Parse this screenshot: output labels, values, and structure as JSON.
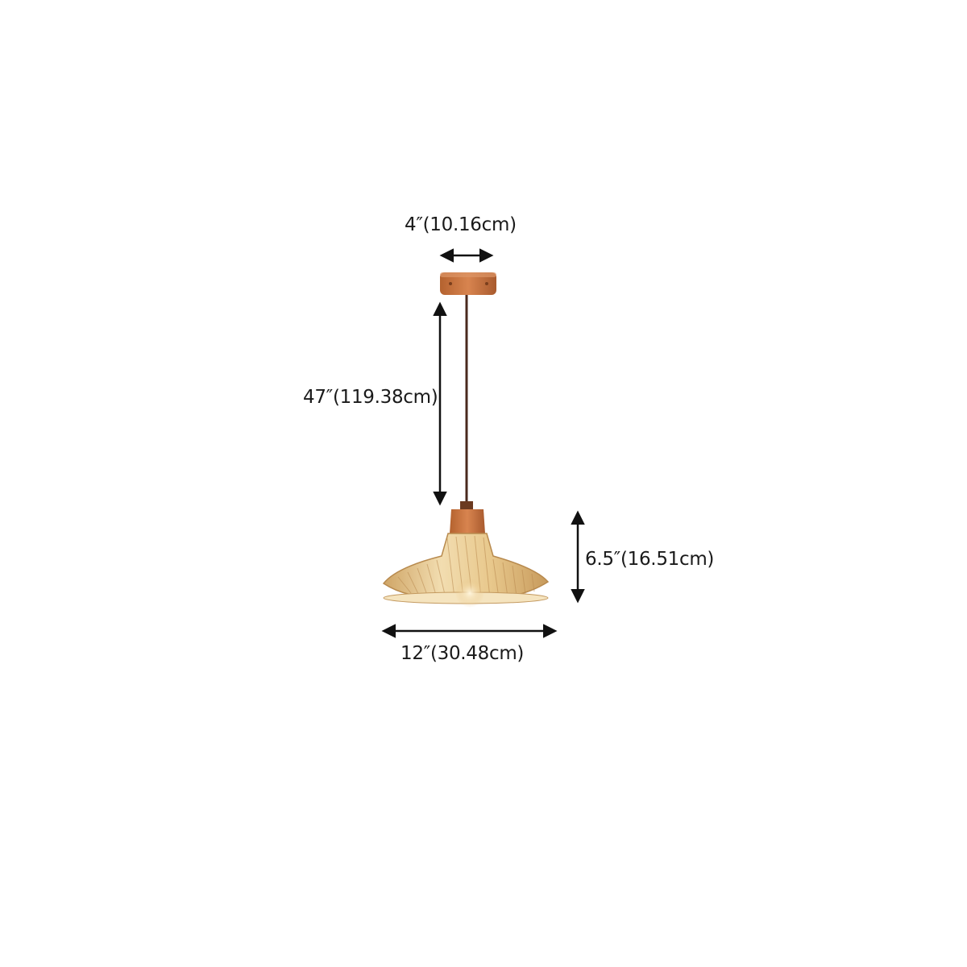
{
  "dimensions": {
    "canopy_width": "4″(10.16cm)",
    "cord_length": "47″(119.38cm)",
    "shade_height": "6.5″(16.51cm)",
    "shade_width": "12″(30.48cm)"
  },
  "colors": {
    "wood": "#c8703f",
    "wood_dark": "#a85a2e",
    "cord": "#4a2a1e",
    "glass": "#d9b276",
    "glass_light": "#f1dcae",
    "arrow": "#111111"
  }
}
